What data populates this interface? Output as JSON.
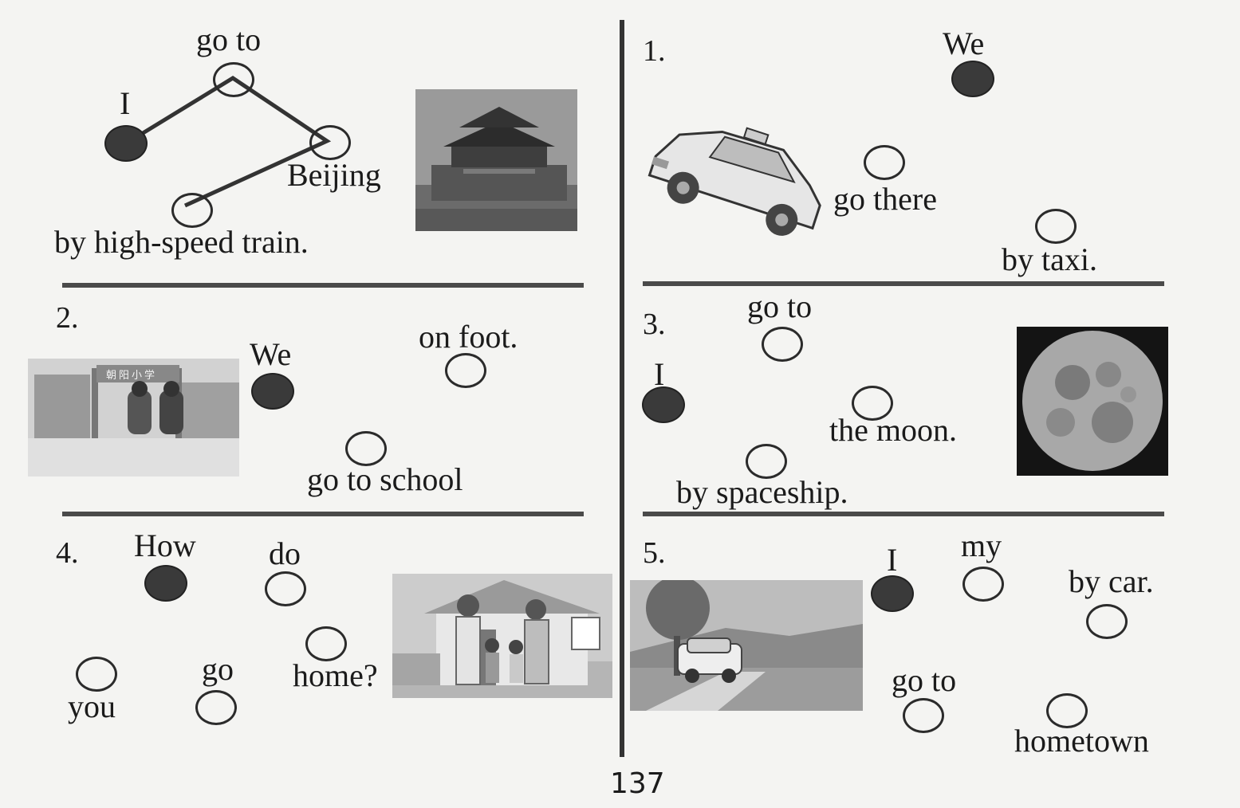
{
  "page_number": "137",
  "example": {
    "words": {
      "i": "I",
      "go_to": "go to",
      "beijing": "Beijing",
      "transport": "by high-speed train."
    }
  },
  "q1": {
    "num": "1.",
    "words": {
      "we": "We",
      "go_there": "go there",
      "transport": "by taxi."
    }
  },
  "q2": {
    "num": "2.",
    "words": {
      "we": "We",
      "on_foot": "on foot.",
      "go_to_school": "go to school"
    },
    "sign_text": "朝阳小学"
  },
  "q3": {
    "num": "3.",
    "words": {
      "go_to": "go to",
      "i": "I",
      "moon": "the moon.",
      "transport": "by spaceship."
    }
  },
  "q4": {
    "num": "4.",
    "words": {
      "how": "How",
      "do": "do",
      "go": "go",
      "home": "home?",
      "you": "you"
    }
  },
  "q5": {
    "num": "5.",
    "words": {
      "i": "I",
      "my": "my",
      "transport": "by car.",
      "go_to": "go to",
      "hometown": "hometown"
    }
  }
}
